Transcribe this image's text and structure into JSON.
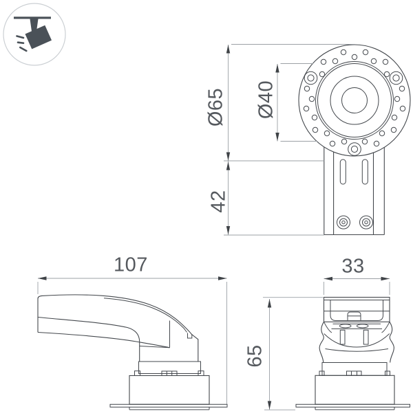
{
  "badge": {
    "icon": "track-spotlight"
  },
  "dimensions": {
    "outer_diameter": "Ø65",
    "lens_diameter": "Ø40",
    "bracket_height": "42",
    "length": "107",
    "width": "33",
    "height": "65"
  },
  "colors": {
    "background": "#ffffff",
    "part_line": "#43474c",
    "dimension_line": "#9ba0a5",
    "arrow": "#3f4347",
    "text": "#55595e",
    "icon": "#4a5158",
    "badge_ring": "#cbcfd3"
  }
}
